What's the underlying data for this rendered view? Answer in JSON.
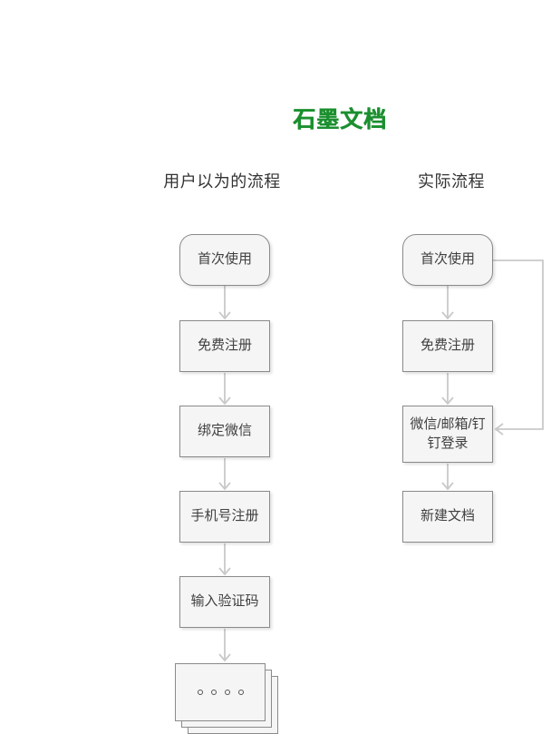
{
  "logo": {
    "text": "石墨文档"
  },
  "columns": {
    "left": {
      "title": "用户以为的流程",
      "steps": [
        "首次使用",
        "免费注册",
        "绑定微信",
        "手机号注册",
        "输入验证码"
      ]
    },
    "right": {
      "title": "实际流程",
      "steps": [
        "首次使用",
        "免费注册",
        "微信/邮箱/钉钉登录",
        "新建文档"
      ]
    }
  },
  "stack": {
    "dot_count": 4
  },
  "colors": {
    "logo_green": "#1b8f2f",
    "box_fill": "#f5f5f5",
    "box_border": "#8a8a8a",
    "connector_gray": "#c9c9c9",
    "text_gray": "#404040"
  }
}
